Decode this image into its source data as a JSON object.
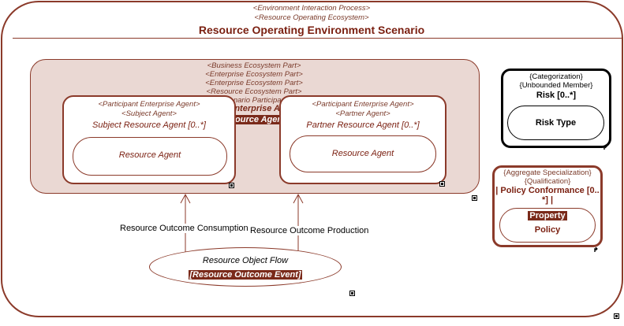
{
  "outer": {
    "stereo1": "<Environment Interaction Process>",
    "stereo2": "<Resource Operating Ecosystem>",
    "title": "Resource Operating Environment Scenario"
  },
  "ecosystem": {
    "stereos": [
      "<Business Ecosystem Part>",
      "<Enterprise Ecosystem Part>",
      "<Enterprise Ecosystem Part>",
      "<Resource Ecosystem Part>",
      "<Scenario Participant>"
    ],
    "hidden_title_a": "Enterprise A",
    "hidden_title_b": "ource Agen"
  },
  "subject_agent": {
    "stereo1": "<Participant Enterprise Agent>",
    "stereo2": "<Subject Agent>",
    "title": "Subject Resource Agent [0..*]",
    "inner": "Resource Agent"
  },
  "partner_agent": {
    "stereo1": "<Participant Enterprise Agent>",
    "stereo2": "<Partner Agent>",
    "title": "Partner Resource Agent [0..*]",
    "inner": "Resource Agent"
  },
  "flows": {
    "consumption": "Resource Outcome Consumption",
    "production": "Resource Outcome Production"
  },
  "object_flow": {
    "title": "Resource Object Flow",
    "event": "[Resource Outcome Event]"
  },
  "risk": {
    "stereo1": "{Categorization}",
    "stereo2": "{Unbounded Member}",
    "title": "Risk [0..*]",
    "inner": "Risk Type"
  },
  "policy": {
    "stereo1": "{Aggregate Specialization}",
    "stereo2": "{Qualification}",
    "title_line1": "| Policy Conformance [0..",
    "title_line2": "*] |",
    "tag": "Property",
    "inner": "Policy"
  },
  "colors": {
    "frame": "#8b3a2a",
    "ecosystem_fill": "#ead8d3",
    "dark_tag": "#7a2a1a"
  }
}
